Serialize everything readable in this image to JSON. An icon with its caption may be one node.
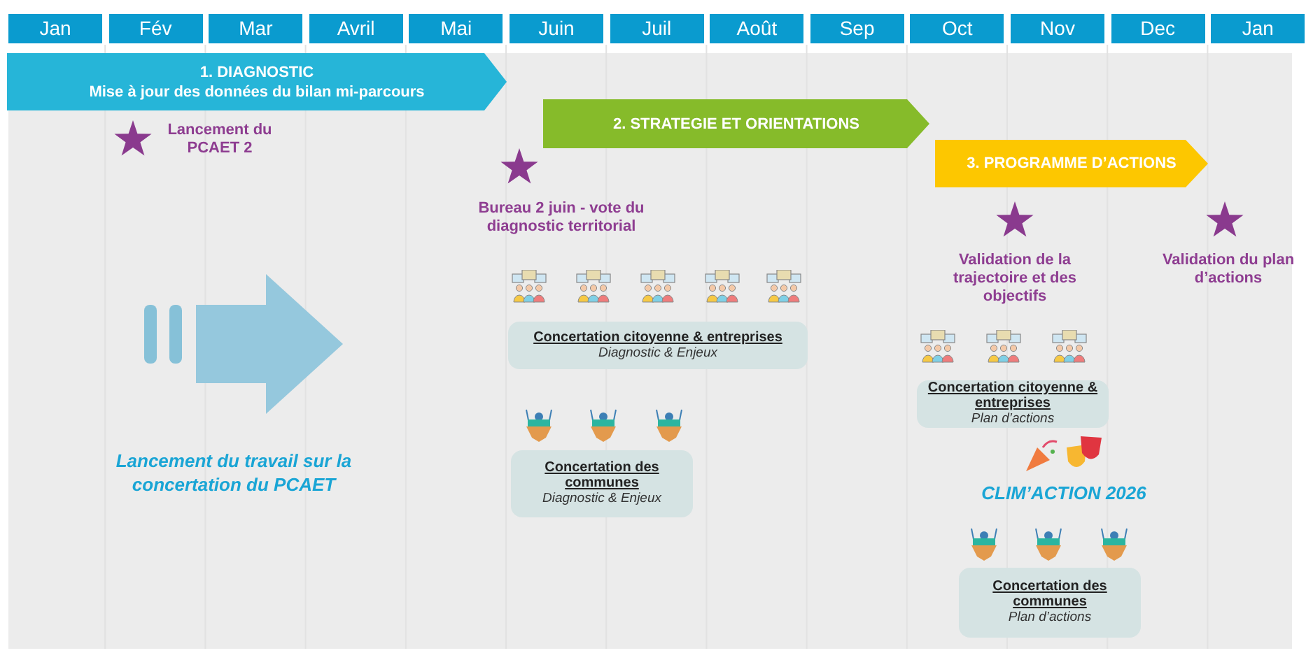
{
  "diagram": {
    "nodes": [
      {
        "text": [
          "Jan"
        ]
      },
      {
        "text": [
          "Fév"
        ]
      },
      {
        "text": [
          "Mar"
        ]
      },
      {
        "text": [
          "Avril"
        ]
      },
      {
        "text": [
          "Mai"
        ]
      },
      {
        "text": [
          "Juin"
        ]
      },
      {
        "text": [
          "Juil"
        ]
      },
      {
        "text": [
          "Août"
        ]
      },
      {
        "text": [
          "Sep"
        ]
      },
      {
        "text": [
          "Oct"
        ]
      },
      {
        "text": [
          "Nov"
        ]
      },
      {
        "text": [
          "Dec"
        ]
      },
      {
        "text": [
          "Jan"
        ]
      },
      {
        "text": [
          "1. DIAGNOSTIC",
          "Mise à jour des données du bilan mi-parcours"
        ]
      },
      {
        "text": [
          "2. STRATEGIE ET ORIENTATIONS"
        ]
      },
      {
        "text": [
          "3. PROGRAMME D’ACTIONS"
        ]
      },
      {
        "text": [
          "Concertation citoyenne & entreprises",
          "Diagnostic & Enjeux"
        ]
      },
      {
        "text": [
          "Concertation des communes",
          "Diagnostic & Enjeux"
        ]
      },
      {
        "text": [
          "Concertation citoyenne & entreprises",
          "Plan d’actions"
        ]
      },
      {
        "text": [
          "Concertation des communes",
          "Plan d’actions"
        ]
      }
    ],
    "labels": [
      "Lancement du PCAET 2",
      "Bureau 2 juin - vote du diagnostic territorial",
      "Validation de la trajectoire et des objectifs",
      "Validation du plan d’actions",
      "Lancement du travail sur la concertation du PCAET",
      "CLIM’ACTION 2026"
    ]
  }
}
